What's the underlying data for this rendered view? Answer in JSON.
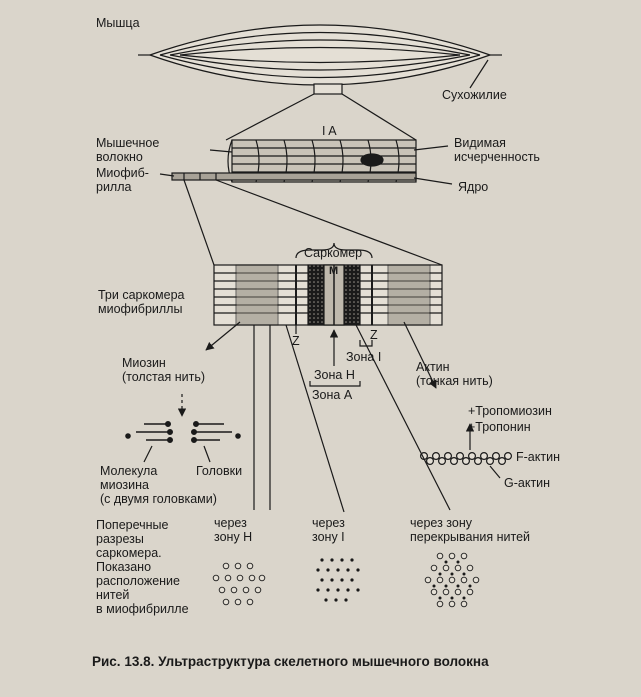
{
  "labels": {
    "muscle": "Мышца",
    "tendon": "Сухожилие",
    "muscle_fiber_1": "Мышечное",
    "muscle_fiber_2": "волокно",
    "myofibril_1": "Миофиб-",
    "myofibril_2": "рилла",
    "band_a_top": "I A",
    "visible_striation_1": "Видимая",
    "visible_striation_2": "исчерченность",
    "nucleus": "Ядро",
    "sarcomere": "Саркомер",
    "m_line": "M",
    "three_sarcomeres_1": "Три саркомера",
    "three_sarcomeres_2": "миофибриллы",
    "z_left": "Z",
    "z_right": "Z",
    "zone_i": "Зона I",
    "zone_h": "Зона H",
    "zone_a": "Зона А",
    "myosin_1": "Миозин",
    "myosin_2": "(толстая нить)",
    "actin_1": "Актин",
    "actin_2": "(тонкая нить)",
    "tropomyosin": "+Тропомиозин",
    "troponin": "+Тропонин",
    "f_actin": "F-актин",
    "g_actin": "G-актин",
    "myosin_molecule_1": "Молекула",
    "myosin_molecule_2": "миозина",
    "myosin_molecule_3": "(с двумя головками)",
    "heads": "Головки",
    "cross_1": "Поперечные",
    "cross_2": "разрезы",
    "cross_3": "саркомера.",
    "cross_4": "Показано",
    "cross_5": "расположение",
    "cross_6": "нитей",
    "cross_7": "в миофибрилле",
    "through_h_1": "через",
    "through_h_2": "зону H",
    "through_i_1": "через",
    "through_i_2": "зону I",
    "through_overlap_1": "через зону",
    "through_overlap_2": "перекрывания нитей"
  },
  "caption": "Рис. 13.8. Ультраструктура скелетного мышечного волокна",
  "colors": {
    "background": "#dad5cb",
    "ink": "#1a1a1a"
  }
}
